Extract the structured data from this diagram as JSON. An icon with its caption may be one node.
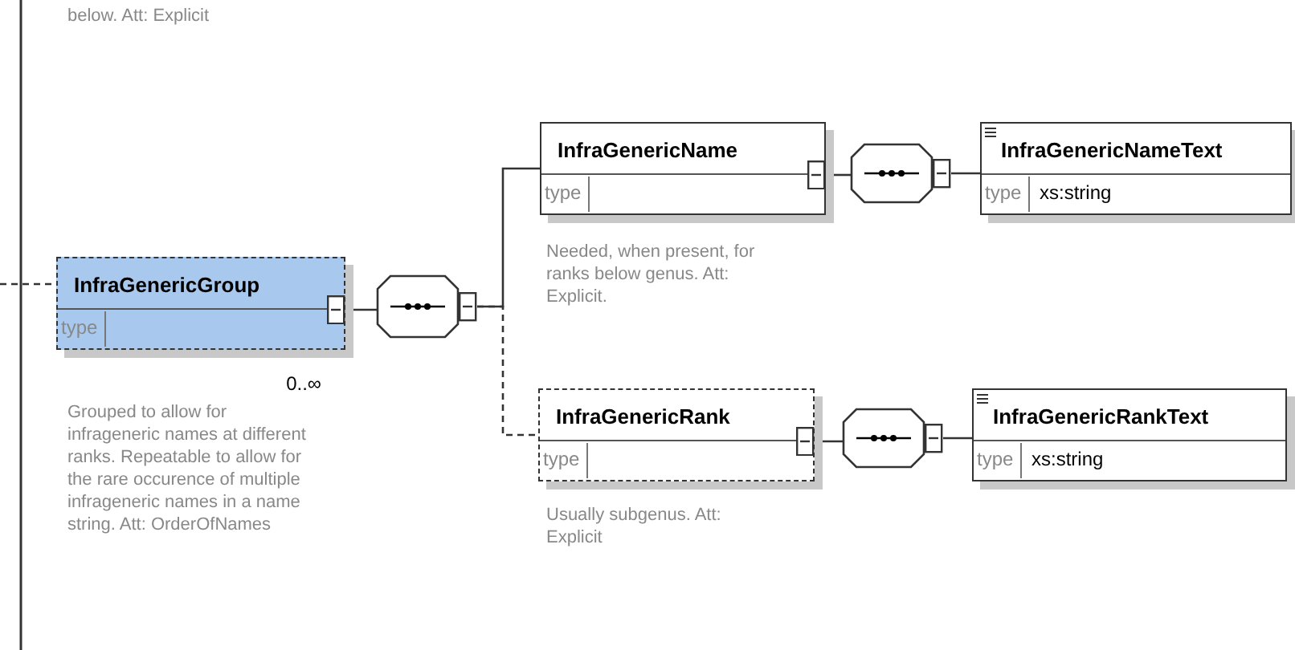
{
  "diagram": {
    "nodes": [
      {
        "text": [
          "InfraGenericGroup",
          "type"
        ],
        "beside": [
          "0..∞",
          "Grouped to allow for infrageneric names at different ranks. Repeatable to allow for the rare occurence of multiple infrageneric names in a name string. Att: OrderOfNames"
        ]
      },
      {
        "text": [],
        "shape": "octagon"
      },
      {
        "text": [
          "InfraGenericName",
          "type"
        ],
        "beside": [
          "Needed, when present, for ranks below genus. Att: Explicit."
        ]
      },
      {
        "text": [],
        "shape": "octagon"
      },
      {
        "text": [
          "InfraGenericNameText",
          "type",
          "xs:string"
        ]
      },
      {
        "text": [
          "InfraGenericRank",
          "type"
        ],
        "beside": [
          "Usually subgenus. Att: Explicit"
        ]
      },
      {
        "text": [],
        "shape": "octagon"
      },
      {
        "text": [
          "InfraGenericRankText",
          "type",
          "xs:string"
        ]
      }
    ],
    "edges": [
      {
        "from": null,
        "to": 0,
        "arrow": "none",
        "style": "dashed"
      },
      {
        "from": 0,
        "to": 1,
        "arrow": "none"
      },
      {
        "from": 1,
        "to": 2,
        "arrow": "none"
      },
      {
        "from": 1,
        "to": 5,
        "arrow": "none",
        "style": "dashed"
      },
      {
        "from": 2,
        "to": 3,
        "arrow": "none"
      },
      {
        "from": 3,
        "to": 4,
        "arrow": "none"
      },
      {
        "from": 5,
        "to": 6,
        "arrow": "none"
      },
      {
        "from": 6,
        "to": 7,
        "arrow": "none"
      }
    ],
    "labels": [
      "below. Att: Explicit"
    ]
  }
}
